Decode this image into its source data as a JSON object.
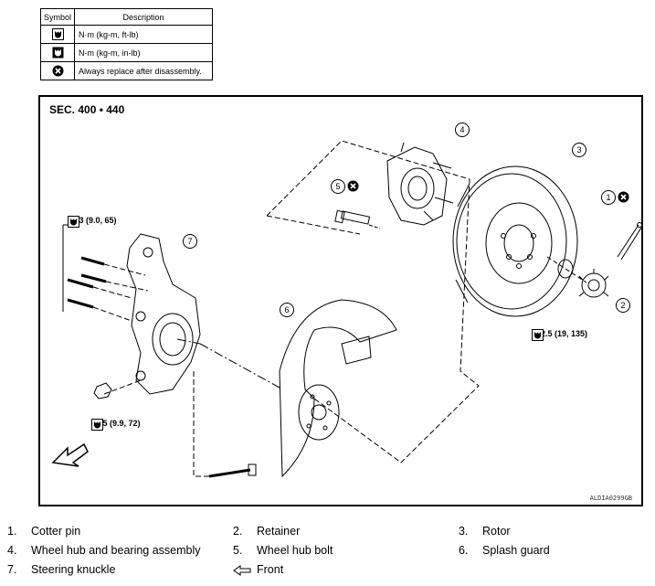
{
  "legend": {
    "header_symbol": "Symbol",
    "header_description": "Description",
    "rows": [
      {
        "icon": "torque-wrench-ftlb-icon",
        "description": "N·m (kg-m, ft-lb)"
      },
      {
        "icon": "torque-wrench-inlb-icon",
        "description": "N·m (kg-m, in-lb)"
      },
      {
        "icon": "always-replace-icon",
        "description": "Always replace after disassembly."
      }
    ]
  },
  "diagram": {
    "section": "SEC. 400 • 440",
    "figure_code": "ALDIA0299GB",
    "torques": {
      "knuckle_bolt": "88.3 (9.0, 65)",
      "hub_nut": "182.5 (19, 135)",
      "knuckle_nut": "97.5 (9.9, 72)"
    },
    "callouts": [
      "1",
      "2",
      "3",
      "4",
      "5",
      "6",
      "7"
    ]
  },
  "parts": [
    {
      "num": "1.",
      "name": "Cotter pin"
    },
    {
      "num": "2.",
      "name": "Retainer"
    },
    {
      "num": "3.",
      "name": "Rotor"
    },
    {
      "num": "4.",
      "name": "Wheel hub and bearing assembly"
    },
    {
      "num": "5.",
      "name": "Wheel hub bolt"
    },
    {
      "num": "6.",
      "name": "Splash guard"
    },
    {
      "num": "7.",
      "name": "Steering knuckle"
    },
    {
      "num": "",
      "name": "Front"
    }
  ],
  "colors": {
    "line": "#000000",
    "background": "#ffffff"
  }
}
